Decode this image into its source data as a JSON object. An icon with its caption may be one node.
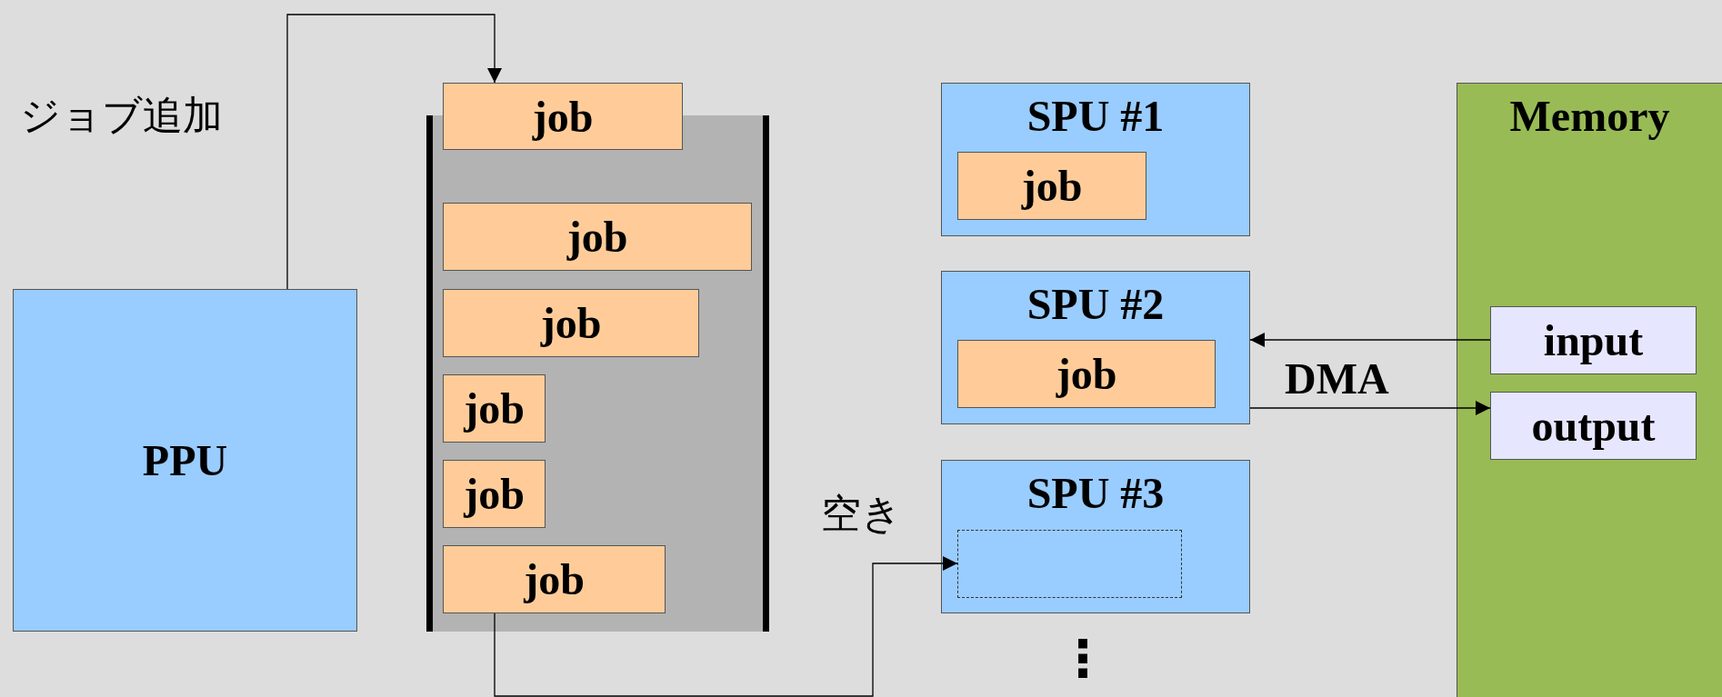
{
  "diagram": {
    "nodes": [
      {
        "text": [
          "PPU"
        ]
      },
      {
        "text": [
          "job"
        ]
      },
      {
        "text": [],
        "shape": "box"
      },
      {
        "text": [
          "job"
        ],
        "in": 2
      },
      {
        "text": [
          "job"
        ],
        "in": 2
      },
      {
        "text": [
          "job"
        ],
        "in": 2
      },
      {
        "text": [
          "job"
        ],
        "in": 2
      },
      {
        "text": [
          "job"
        ],
        "in": 2
      },
      {
        "text": [
          "SPU #1"
        ]
      },
      {
        "text": [
          "job"
        ],
        "in": 8
      },
      {
        "text": [
          "SPU #2"
        ]
      },
      {
        "text": [
          "job"
        ],
        "in": 10
      },
      {
        "text": [
          "SPU #3"
        ]
      },
      {
        "text": [],
        "shape": "box",
        "in": 12
      },
      {
        "text": [
          "Memory"
        ]
      },
      {
        "text": [
          "input"
        ],
        "in": 14
      },
      {
        "text": [
          "output"
        ],
        "in": 14
      }
    ],
    "edges": [
      {
        "from": 0,
        "to": 1,
        "arrow": "to"
      },
      {
        "from": 7,
        "to": 13,
        "arrow": "to"
      },
      {
        "from": 15,
        "to": 10,
        "arrow": "to"
      },
      {
        "from": 10,
        "to": 16,
        "arrow": "to"
      }
    ],
    "labels": [
      "ジョブ追加",
      "DMA",
      "空き",
      "⋮"
    ]
  }
}
